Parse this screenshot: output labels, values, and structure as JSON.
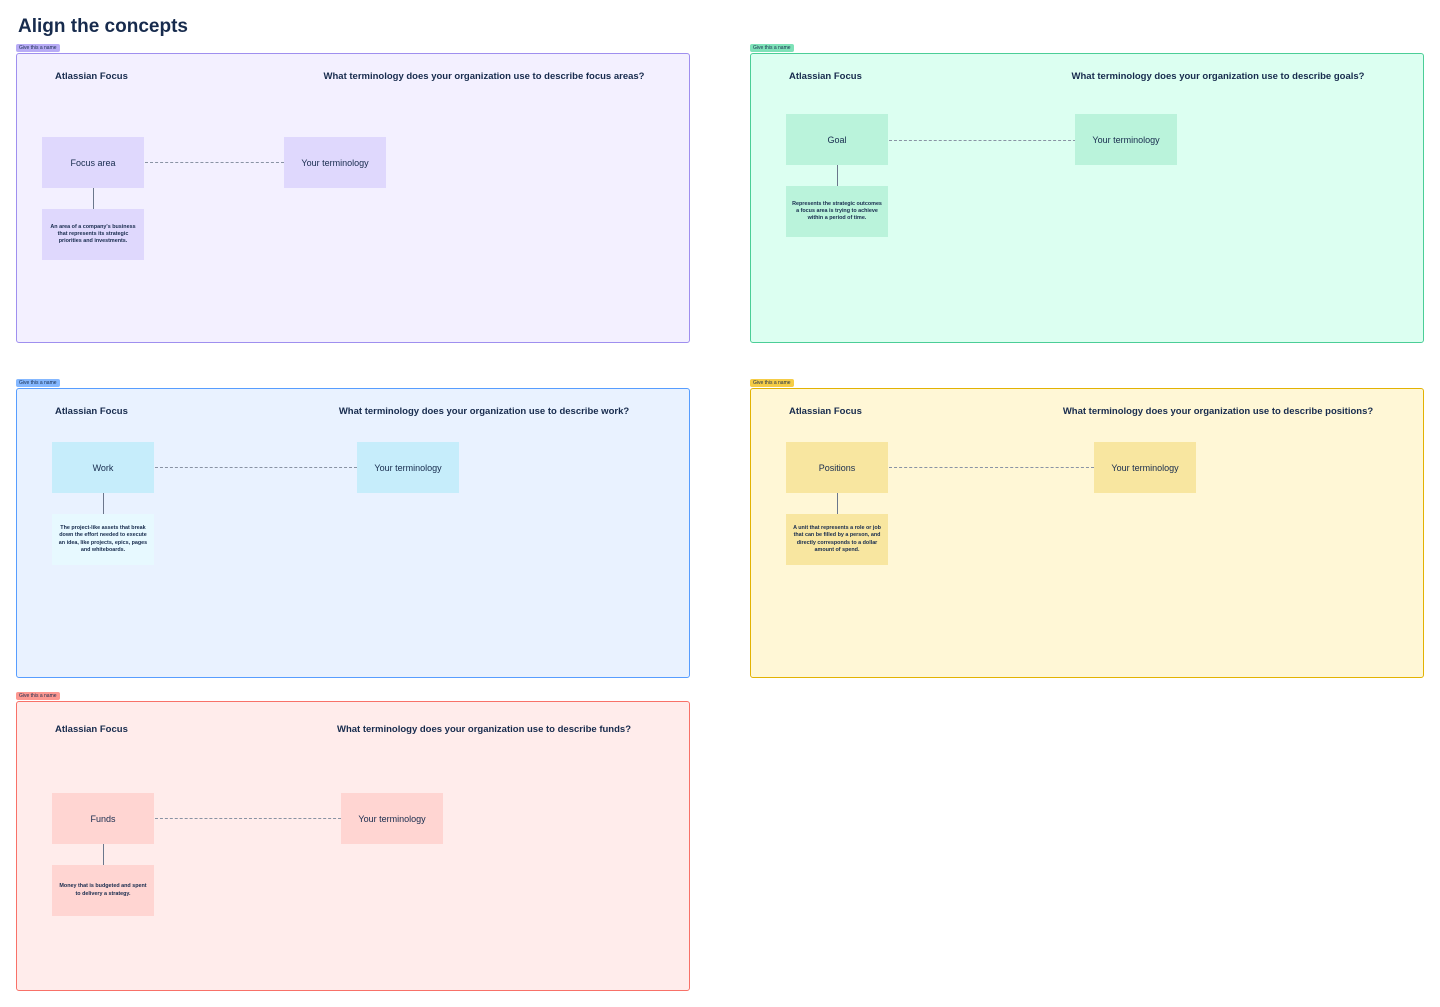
{
  "page": {
    "title": "Align the concepts"
  },
  "colors": {
    "purple": "#f3f0ff",
    "green": "#dcfff1",
    "blue": "#e9f2ff",
    "yellow": "#fff7d6",
    "red": "#ffeceb",
    "text": "#172b4d"
  },
  "frames": [
    {
      "tag": "Give this a name",
      "heading": "Atlassian Focus",
      "question": "What terminology does your organization use to describe focus areas?",
      "concept": "Focus area",
      "terminology": "Your terminology",
      "description": "An area of a company's business that represents its strategic priorities and investments."
    },
    {
      "tag": "Give this a name",
      "heading": "Atlassian Focus",
      "question": "What terminology does your organization use to describe goals?",
      "concept": "Goal",
      "terminology": "Your terminology",
      "description": "Represents the strategic outcomes a focus area is trying to achieve within a period of time."
    },
    {
      "tag": "Give this a name",
      "heading": "Atlassian Focus",
      "question": "What terminology does your organization use to describe work?",
      "concept": "Work",
      "terminology": "Your terminology",
      "description": "The project-like assets that break down the effort needed to execute an idea, like projects, epics, pages and whiteboards."
    },
    {
      "tag": "Give this a name",
      "heading": "Atlassian Focus",
      "question": "What terminology does your organization use to describe positions?",
      "concept": "Positions",
      "terminology": "Your terminology",
      "description": "A unit that represents a role or job that can be filled by a person, and directly corresponds to a dollar amount of spend."
    },
    {
      "tag": "Give this a name",
      "heading": "Atlassian Focus",
      "question": "What terminology does your organization use to describe funds?",
      "concept": "Funds",
      "terminology": "Your terminology",
      "description": "Money that is budgeted and spent to delivery a strategy."
    }
  ]
}
